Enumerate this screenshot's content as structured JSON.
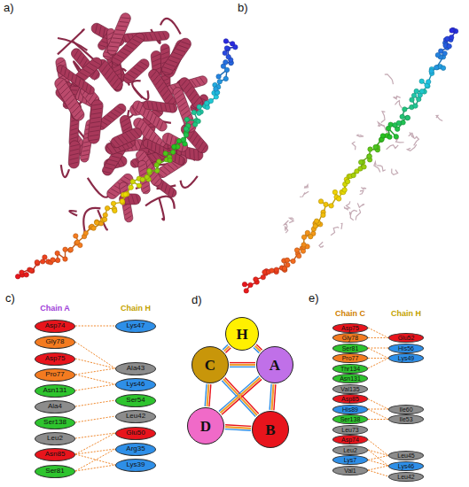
{
  "diagram": {
    "nodes": [
      {
        "text": [
          "Asp74"
        ]
      },
      {
        "text": [
          "Gly78"
        ]
      },
      {
        "text": [
          "Asp75"
        ]
      },
      {
        "text": [
          "Pro77"
        ]
      },
      {
        "text": [
          "Asn131"
        ]
      },
      {
        "text": [
          "Ala4"
        ]
      },
      {
        "text": [
          "Ser138"
        ]
      },
      {
        "text": [
          "Leu2"
        ]
      },
      {
        "text": [
          "Asn85"
        ]
      },
      {
        "text": [
          "Ser81"
        ]
      },
      {
        "text": [
          "Lys47"
        ]
      },
      {
        "text": [
          "Ala43"
        ]
      },
      {
        "text": [
          "Lys46"
        ]
      },
      {
        "text": [
          "Ser54"
        ]
      },
      {
        "text": [
          "Leu42"
        ]
      },
      {
        "text": [
          "Glu50"
        ]
      },
      {
        "text": [
          "Arg35"
        ]
      },
      {
        "text": [
          "Lys39"
        ]
      },
      {
        "text": [
          "H"
        ]
      },
      {
        "text": [
          "C"
        ]
      },
      {
        "text": [
          "A"
        ]
      },
      {
        "text": [
          "D"
        ]
      },
      {
        "text": [
          "B"
        ]
      },
      {
        "text": [
          "Asp75"
        ]
      },
      {
        "text": [
          "Gly78"
        ]
      },
      {
        "text": [
          "Ser81"
        ]
      },
      {
        "text": [
          "Pro77"
        ]
      },
      {
        "text": [
          "Thr134"
        ]
      },
      {
        "text": [
          "Asn131"
        ]
      },
      {
        "text": [
          "Val135"
        ]
      },
      {
        "text": [
          "Asp85"
        ]
      },
      {
        "text": [
          "His89"
        ]
      },
      {
        "text": [
          "Ser138"
        ]
      },
      {
        "text": [
          "Leu73"
        ]
      },
      {
        "text": [
          "Asp74"
        ]
      },
      {
        "text": [
          "Leu2"
        ]
      },
      {
        "text": [
          "Lys7"
        ]
      },
      {
        "text": [
          "Val1"
        ]
      },
      {
        "text": [
          "Glu52"
        ]
      },
      {
        "text": [
          "His56"
        ]
      },
      {
        "text": [
          "Lys49"
        ]
      },
      {
        "text": [
          "Ile60"
        ]
      },
      {
        "text": [
          "Ile53"
        ]
      },
      {
        "text": [
          "Leu45"
        ]
      },
      {
        "text": [
          "Lys46"
        ]
      },
      {
        "text": [
          "Leu42"
        ]
      }
    ],
    "edges": [
      {
        "from": 0,
        "to": 10,
        "arrow": "none"
      },
      {
        "from": 1,
        "to": 11,
        "arrow": "none"
      },
      {
        "from": 2,
        "to": 11,
        "arrow": "none"
      },
      {
        "from": 3,
        "to": 11,
        "arrow": "none"
      },
      {
        "from": 3,
        "to": 12,
        "arrow": "none"
      },
      {
        "from": 4,
        "to": 12,
        "arrow": "none"
      },
      {
        "from": 5,
        "to": 13,
        "arrow": "none"
      },
      {
        "from": 6,
        "to": 14,
        "arrow": "none"
      },
      {
        "from": 7,
        "to": 15,
        "arrow": "none"
      },
      {
        "from": 8,
        "to": 15,
        "arrow": "none"
      },
      {
        "from": 8,
        "to": 16,
        "arrow": "none"
      },
      {
        "from": 8,
        "to": 17,
        "arrow": "none"
      },
      {
        "from": 9,
        "to": 16,
        "arrow": "none"
      },
      {
        "from": 9,
        "to": 17,
        "arrow": "none"
      },
      {
        "from": 18,
        "to": 19,
        "arrow": "none"
      },
      {
        "from": 18,
        "to": 20,
        "arrow": "none"
      },
      {
        "from": 19,
        "to": 20,
        "arrow": "none"
      },
      {
        "from": 19,
        "to": 21,
        "arrow": "none"
      },
      {
        "from": 19,
        "to": 22,
        "arrow": "none"
      },
      {
        "from": 20,
        "to": 21,
        "arrow": "none"
      },
      {
        "from": 20,
        "to": 22,
        "arrow": "none"
      },
      {
        "from": 21,
        "to": 22,
        "arrow": "none"
      },
      {
        "from": 23,
        "to": 38,
        "arrow": "none"
      },
      {
        "from": 24,
        "to": 38,
        "arrow": "none"
      },
      {
        "from": 25,
        "to": 39,
        "arrow": "none"
      },
      {
        "from": 25,
        "to": 40,
        "arrow": "none"
      },
      {
        "from": 26,
        "to": 40,
        "arrow": "none"
      },
      {
        "from": 27,
        "to": 40,
        "arrow": "none"
      },
      {
        "from": 30,
        "to": 41,
        "arrow": "none"
      },
      {
        "from": 31,
        "to": 41,
        "arrow": "none"
      },
      {
        "from": 31,
        "to": 42,
        "arrow": "none"
      },
      {
        "from": 32,
        "to": 42,
        "arrow": "none"
      },
      {
        "from": 34,
        "to": 43,
        "arrow": "none"
      },
      {
        "from": 35,
        "to": 43,
        "arrow": "none"
      },
      {
        "from": 36,
        "to": 43,
        "arrow": "none"
      },
      {
        "from": 35,
        "to": 44,
        "arrow": "none"
      },
      {
        "from": 36,
        "to": 44,
        "arrow": "none"
      },
      {
        "from": 37,
        "to": 44,
        "arrow": "none"
      },
      {
        "from": 37,
        "to": 45,
        "arrow": "none"
      }
    ],
    "labels": [
      "a)",
      "b)",
      "c)",
      "Chain A",
      "Chain H",
      "d)",
      "e)",
      "Chain C",
      "Chain H"
    ]
  }
}
